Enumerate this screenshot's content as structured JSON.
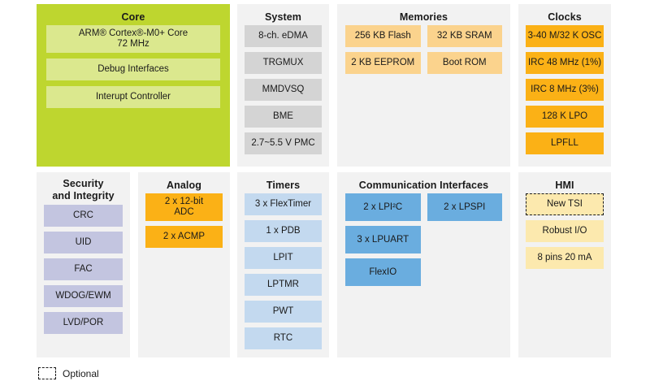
{
  "panels": {
    "core": {
      "title": "Core",
      "blocks": [
        {
          "label": "ARM® Cortex®-M0+ Core\n72 MHz",
          "tall": true
        },
        {
          "label": "Debug Interfaces",
          "tall": false
        },
        {
          "label": "Interupt Controller",
          "tall": false
        }
      ]
    },
    "system": {
      "title": "System",
      "blocks": [
        {
          "label": "8-ch. eDMA"
        },
        {
          "label": "TRGMUX"
        },
        {
          "label": "MMDVSQ"
        },
        {
          "label": "BME"
        },
        {
          "label": "2.7~5.5 V PMC"
        }
      ]
    },
    "memories": {
      "title": "Memories",
      "blocks": [
        {
          "label": "256 KB Flash"
        },
        {
          "label": "32 KB SRAM"
        },
        {
          "label": "2 KB EEPROM"
        },
        {
          "label": "Boot ROM"
        }
      ]
    },
    "clocks": {
      "title": "Clocks",
      "blocks": [
        {
          "label": "3-40 M/32 K OSC"
        },
        {
          "label": "IRC 48 MHz (1%)"
        },
        {
          "label": "IRC 8 MHz (3%)"
        },
        {
          "label": "128 K LPO"
        },
        {
          "label": "LPFLL"
        }
      ]
    },
    "security": {
      "title": "Security\nand Integrity",
      "blocks": [
        {
          "label": "CRC"
        },
        {
          "label": "UID"
        },
        {
          "label": "FAC"
        },
        {
          "label": "WDOG/EWM"
        },
        {
          "label": "LVD/POR"
        }
      ]
    },
    "analog": {
      "title": "Analog",
      "blocks": [
        {
          "label": "2 x 12-bit\nADC",
          "tall": true
        },
        {
          "label": "2 x ACMP",
          "tall": false
        }
      ]
    },
    "timers": {
      "title": "Timers",
      "blocks": [
        {
          "label": "3 x FlexTimer"
        },
        {
          "label": "1 x PDB"
        },
        {
          "label": "LPIT"
        },
        {
          "label": "LPTMR"
        },
        {
          "label": "PWT"
        },
        {
          "label": "RTC"
        }
      ]
    },
    "comm": {
      "title": "Communication Interfaces",
      "blocks": [
        {
          "label": "2 x LPI²C"
        },
        {
          "label": "2 x LPSPI"
        },
        {
          "label": "3 x LPUART"
        },
        {
          "label": "FlexIO"
        }
      ]
    },
    "hmi": {
      "title": "HMI",
      "blocks": [
        {
          "label": "New TSI",
          "optional": true
        },
        {
          "label": "Robust I/O",
          "optional": false
        },
        {
          "label": "8 pins 20 mA",
          "optional": false
        }
      ]
    }
  },
  "legend": {
    "label": "Optional"
  },
  "colors": {
    "core_panel": "#bed62f",
    "core_block": "#dbe88e",
    "panel_bg": "#f2f2f2",
    "system_block": "#d4d4d4",
    "memories_block": "#fbd38d",
    "clocks_block": "#fbb116",
    "security_block": "#c3c5e0",
    "analog_block": "#fbb116",
    "timers_block": "#c3d9ef",
    "comm_block": "#6aaddf",
    "hmi_block": "#fce9ae",
    "text": "#1a1a1a",
    "page_bg": "#ffffff"
  }
}
